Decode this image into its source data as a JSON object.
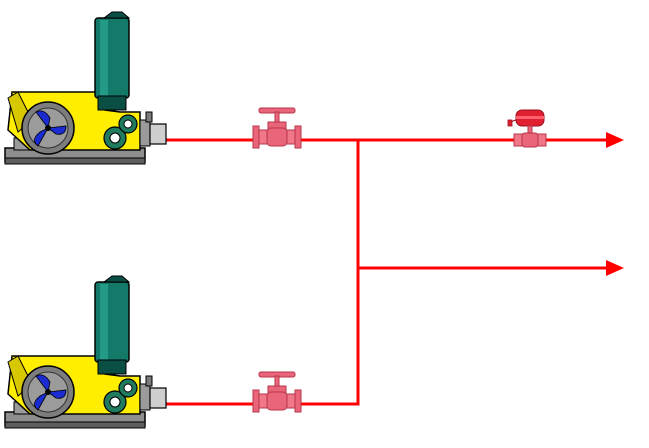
{
  "diagram": {
    "colors": {
      "pipe": "#ff0000",
      "valve_body": "#e8657a",
      "valve_dark": "#b8354a",
      "actuator": "#e02030",
      "motor_tank": "#137a6a",
      "motor_tank_dark": "#0b4f44",
      "machine_yellow": "#ffee00",
      "machine_gray": "#7d7d7d",
      "fan_blade": "#1a2bd0",
      "base_gray": "#8e8e8e"
    },
    "pumps": [
      {
        "id": "pump-top",
        "icon": "blower-pump-icon"
      },
      {
        "id": "pump-bottom",
        "icon": "blower-pump-icon"
      }
    ],
    "valves": [
      {
        "id": "gate-valve-top",
        "icon": "gate-valve-icon"
      },
      {
        "id": "gate-valve-bottom",
        "icon": "gate-valve-icon"
      },
      {
        "id": "control-valve",
        "icon": "actuated-control-valve-icon"
      }
    ],
    "outlets": [
      {
        "id": "outlet-top",
        "icon": "flow-arrow-icon"
      },
      {
        "id": "outlet-middle",
        "icon": "flow-arrow-icon"
      }
    ]
  }
}
